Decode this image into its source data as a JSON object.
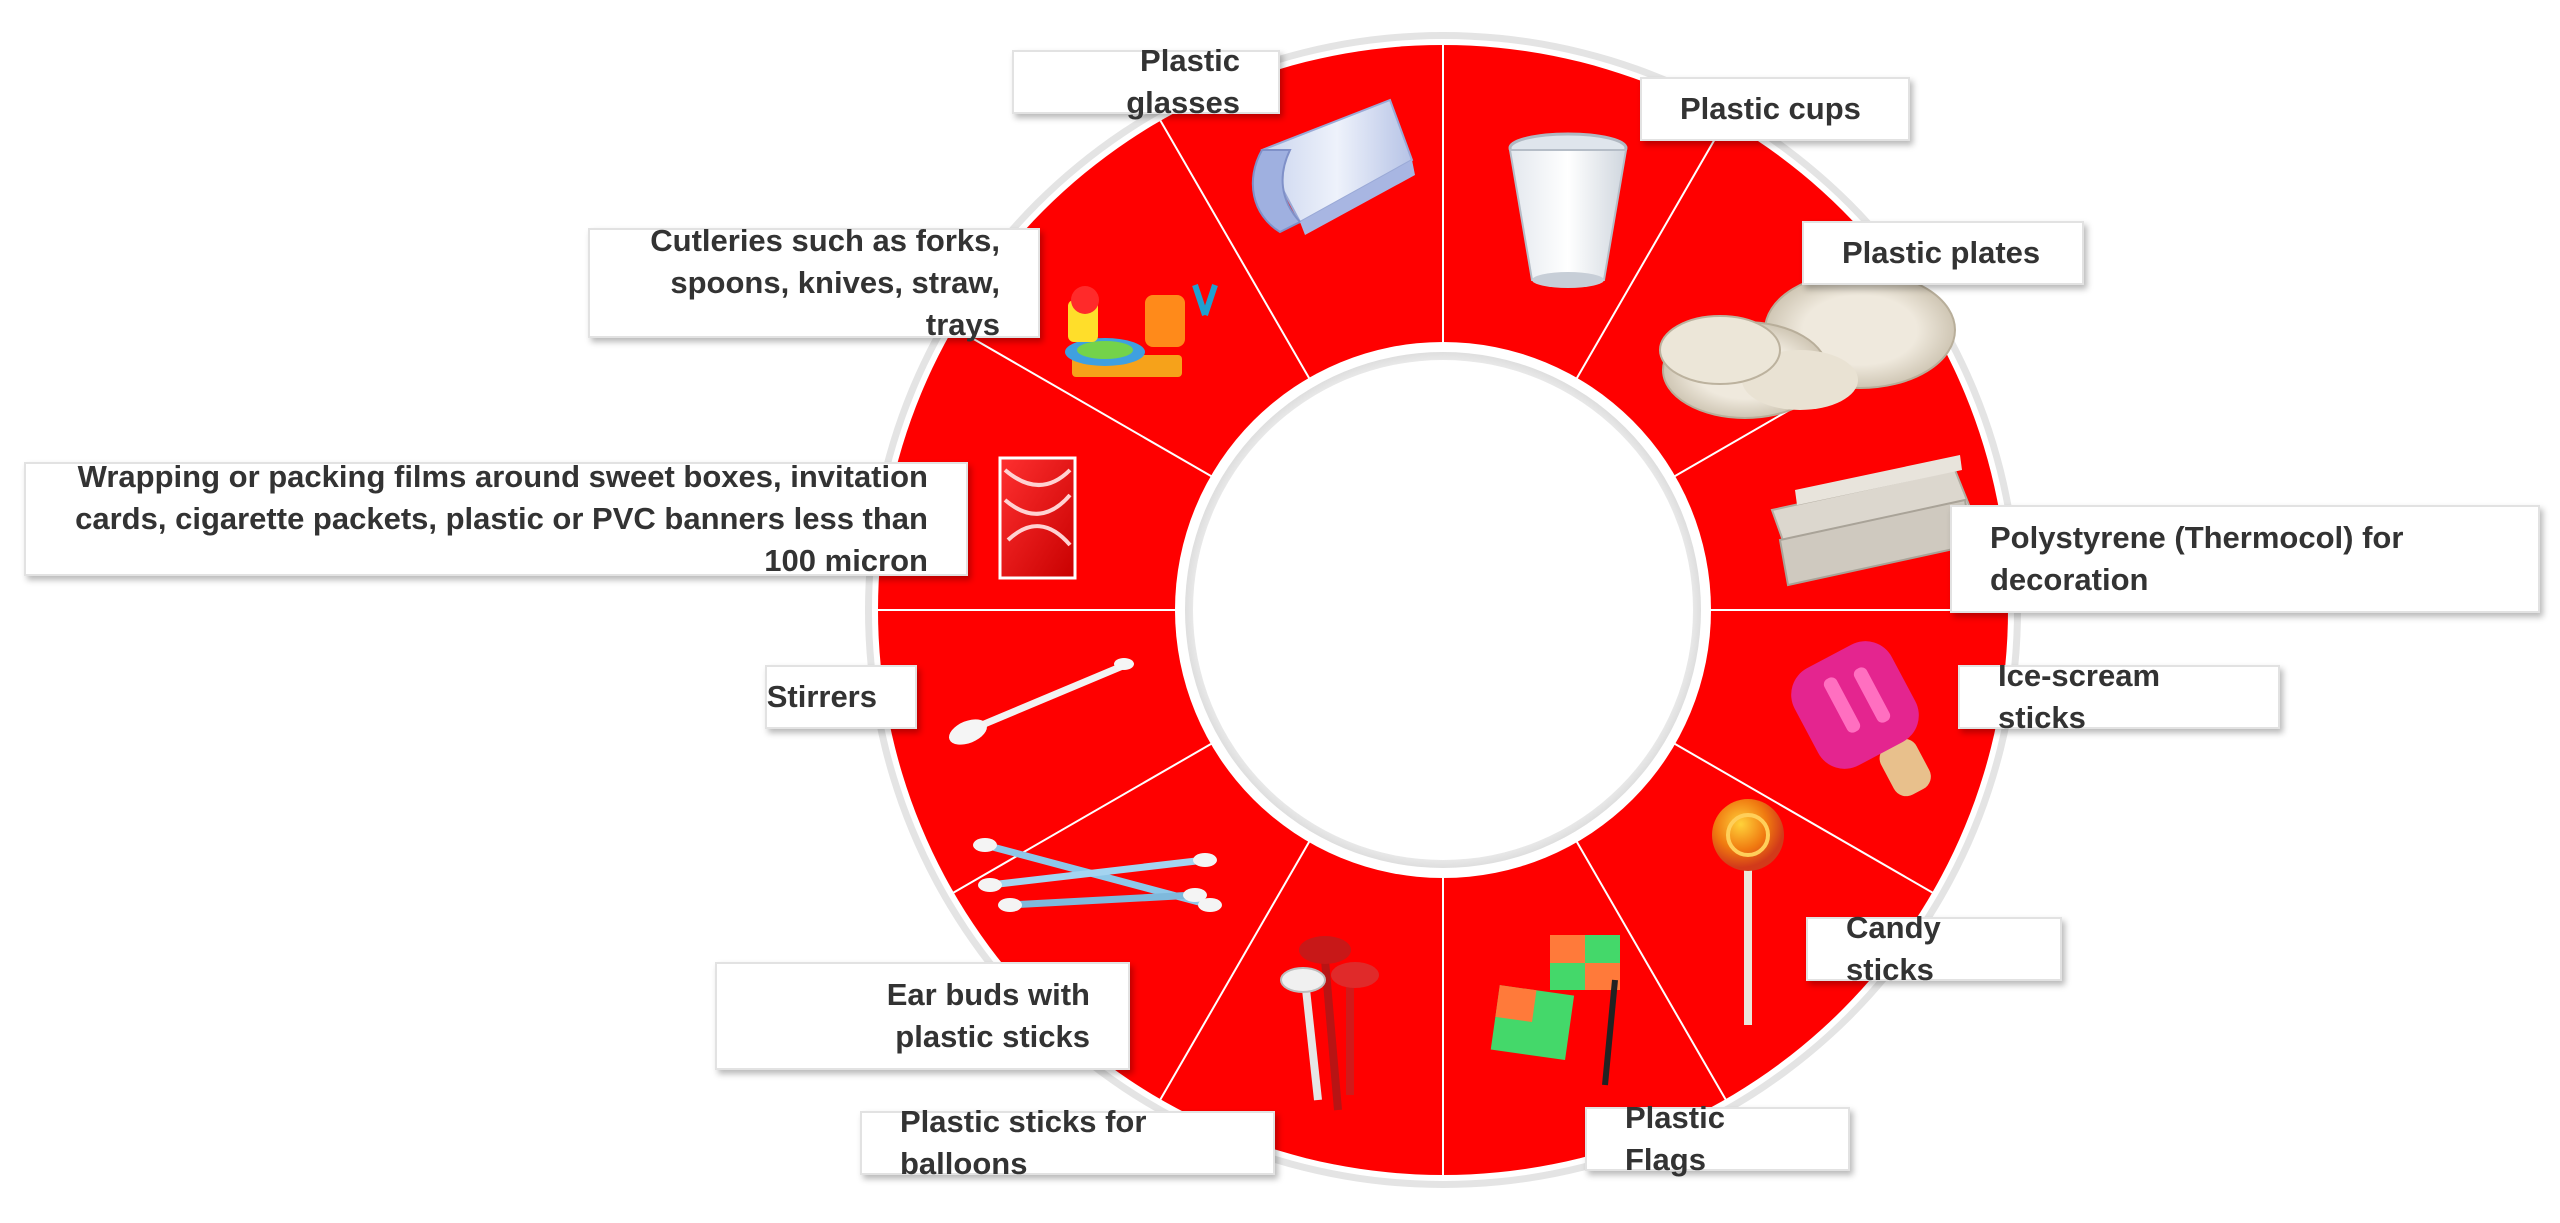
{
  "ring": {
    "fill_color": "#ff0000",
    "inner_color": "#ffffff",
    "edge_color": "#d9d9d9",
    "divider_color": "#ffffff"
  },
  "items": [
    {
      "id": "plastic-glasses",
      "label": "Plastic glasses",
      "icon": "plastic-glasses-icon"
    },
    {
      "id": "plastic-cups",
      "label": "Plastic cups",
      "icon": "plastic-cup-icon"
    },
    {
      "id": "plastic-plates",
      "label": "Plastic plates",
      "icon": "plastic-plates-icon"
    },
    {
      "id": "polystyrene",
      "label": "Polystyrene (Thermocol) for decoration",
      "icon": "thermocol-icon"
    },
    {
      "id": "ice-cream-sticks",
      "label": "Ice-scream sticks",
      "icon": "ice-cream-stick-icon"
    },
    {
      "id": "candy-sticks",
      "label": "Candy sticks",
      "icon": "lollipop-icon"
    },
    {
      "id": "plastic-flags",
      "label": "Plastic Flags",
      "icon": "plastic-flags-icon"
    },
    {
      "id": "balloon-sticks",
      "label": "Plastic sticks for balloons",
      "icon": "balloon-stick-icon"
    },
    {
      "id": "ear-buds",
      "label": "Ear buds with plastic sticks",
      "icon": "ear-buds-icon"
    },
    {
      "id": "stirrers",
      "label": "Stirrers",
      "icon": "stirrer-icon"
    },
    {
      "id": "wrapping-films",
      "label": "Wrapping or packing films around sweet boxes, invitation cards, cigarette packets, plastic or PVC banners less than 100 micron",
      "icon": "wrapping-film-icon"
    },
    {
      "id": "cutleries",
      "label": "Cutleries such as forks, spoons, knives, straw, trays",
      "icon": "cutlery-set-icon"
    }
  ]
}
